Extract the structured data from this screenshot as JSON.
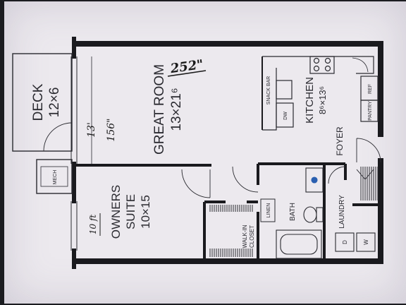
{
  "rooms": {
    "deck": {
      "name": "DECK",
      "size": "12×6"
    },
    "great_room": {
      "name": "GREAT ROOM",
      "size": "13×21⁶"
    },
    "kitchen": {
      "name": "KITCHEN",
      "size": "8⁶×13⁶"
    },
    "owners_suite": {
      "name_line1": "OWNERS",
      "name_line2": "SUITE",
      "size": "10×15"
    },
    "foyer": {
      "name": "FOYER"
    },
    "bath": {
      "name": "BATH"
    },
    "laundry": {
      "name": "LAUNDRY"
    },
    "walk_in_closet": {
      "name_line1": "WALK-IN",
      "name_line2": "CLOSET"
    },
    "mech": {
      "name": "MECH"
    },
    "linen": {
      "name": "LINEN"
    }
  },
  "fixtures": {
    "snack_bar": "SNACK BAR",
    "dishwasher": "DW",
    "pantry": "PANTRY",
    "refrigerator": "REF",
    "dryer": "D",
    "washer": "W"
  },
  "annotations": {
    "great_room_width": "252\"",
    "great_room_note_a": "13'",
    "great_room_note_b": "156\"",
    "owners_suite_note": "10 ft"
  },
  "colors": {
    "wall": "#1a1a1e",
    "paper": "#ece9ee",
    "ink": "#2a2a30"
  }
}
